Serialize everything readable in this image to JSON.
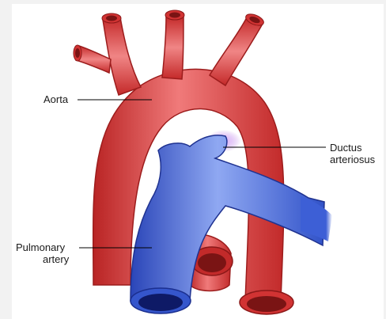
{
  "diagram": {
    "labels": {
      "aorta": "Aorta",
      "ductus_line1": "Ductus",
      "ductus_line2": "arteriosus",
      "pulmonary_line1": "Pulmonary",
      "pulmonary_line2": "artery"
    },
    "colors": {
      "background": "#f2f2f2",
      "panel": "#ffffff",
      "aorta_red": "#e03a3a",
      "aorta_dark": "#a81e1e",
      "aorta_light": "#f58a8a",
      "pulmonary_blue": "#3d5fd6",
      "pulmonary_dark": "#1b2f8f",
      "pulmonary_light": "#8aa4f0",
      "ductus_glow": "#c98ae8",
      "leader_line": "#000000"
    }
  }
}
